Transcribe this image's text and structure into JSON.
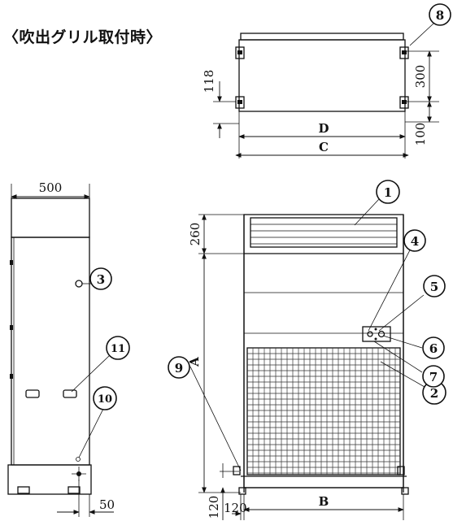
{
  "title": "〈吹出グリル取付時〉",
  "dimensions": {
    "d118": "118",
    "d300": "300",
    "d100": "100",
    "dD": "D",
    "dC": "C",
    "d500": "500",
    "d260": "260",
    "dA": "A",
    "dB": "B",
    "d120a": "120",
    "d120b": "120",
    "d50": "50"
  },
  "callouts": [
    "1",
    "2",
    "3",
    "4",
    "5",
    "6",
    "7",
    "8",
    "9",
    "10",
    "11"
  ]
}
